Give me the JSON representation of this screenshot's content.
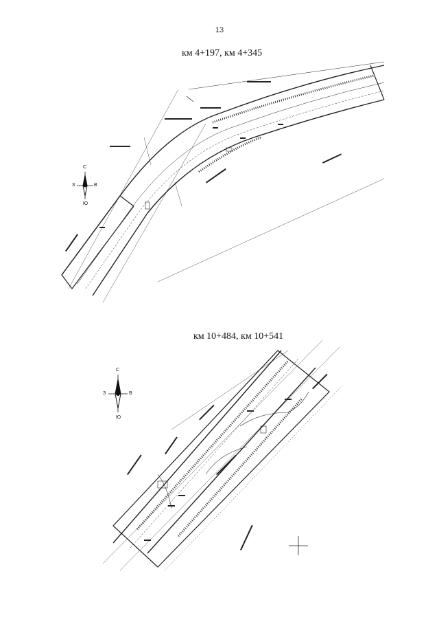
{
  "page_number": "13",
  "sections": [
    {
      "caption": "км 4+197, км 4+345",
      "compass": {
        "north": "С",
        "south": "Ю",
        "west": "З",
        "east": "В"
      }
    },
    {
      "caption": "км 10+484, км 10+541",
      "compass": {
        "north": "С",
        "south": "Ю",
        "west": "З",
        "east": "В"
      }
    }
  ]
}
